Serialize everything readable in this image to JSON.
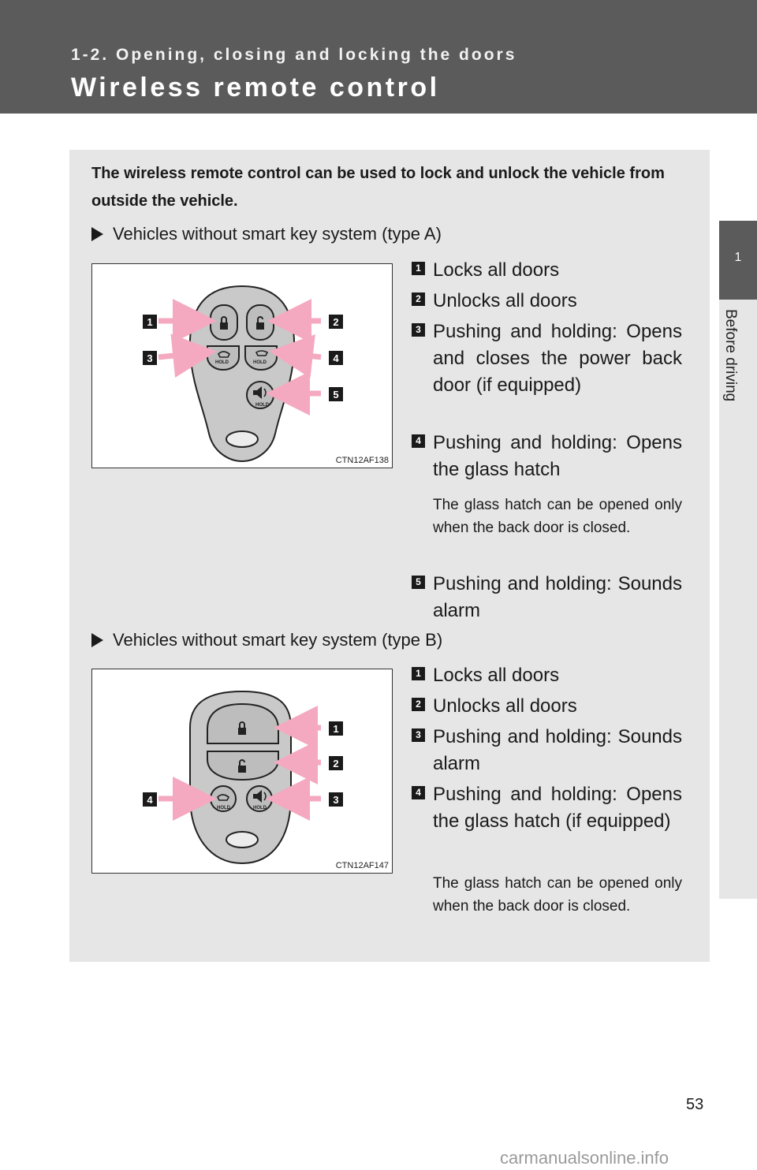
{
  "header": {
    "section": "1-2. Opening, closing and locking the doors",
    "title": "Wireless remote control"
  },
  "side_tab": {
    "chapter_number": "1",
    "chapter_title": "Before driving"
  },
  "intro": "The wireless remote control can be used to lock and unlock the vehicle from outside the vehicle.",
  "type_a": {
    "heading": "Vehicles without smart key system (type A)",
    "figure_code": "CTN12AF138",
    "items": [
      {
        "num": "1",
        "text": "Locks all doors"
      },
      {
        "num": "2",
        "text": "Unlocks all doors"
      },
      {
        "num": "3",
        "text": "Pushing and holding: Opens and closes the power back door (if equipped)"
      },
      {
        "num": "4",
        "text": "Pushing and holding: Opens the glass hatch"
      },
      {
        "num": "5",
        "text": "Pushing and holding: Sounds alarm"
      }
    ],
    "note": "The glass hatch can be opened only when the back door is closed."
  },
  "type_b": {
    "heading": "Vehicles without smart key system (type B)",
    "figure_code": "CTN12AF147",
    "items": [
      {
        "num": "1",
        "text": "Locks all doors"
      },
      {
        "num": "2",
        "text": "Unlocks all doors"
      },
      {
        "num": "3",
        "text": "Pushing and holding: Sounds alarm"
      },
      {
        "num": "4",
        "text": "Pushing and holding: Opens the glass hatch (if equipped)"
      }
    ],
    "note": "The glass hatch can be opened only when the back door is closed."
  },
  "hold_label": "HOLD",
  "page_number": "53",
  "watermark": "carmanualsonline.info",
  "colors": {
    "header_bg": "#5b5b5b",
    "panel_bg": "#e6e6e6",
    "arrow": "#f4a9c0",
    "fob": "#c9c9c9"
  },
  "icons": [
    "lock-icon",
    "unlock-icon",
    "back-door-icon",
    "glass-hatch-icon",
    "alarm-icon"
  ]
}
